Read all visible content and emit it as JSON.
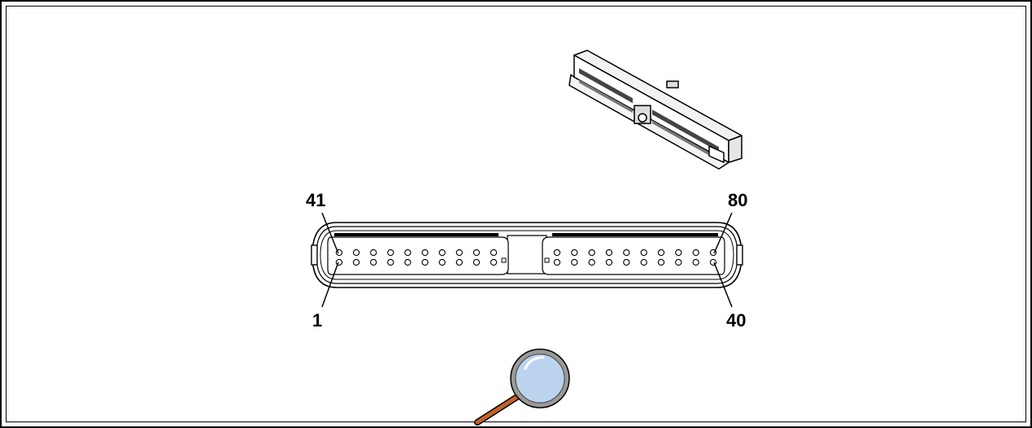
{
  "diagram": {
    "connector": {
      "pins_per_row": 20,
      "blocks_per_row": 2,
      "labels": {
        "top_left": "41",
        "top_right": "80",
        "bottom_left": "1",
        "bottom_right": "40"
      }
    },
    "icons": [
      "connector-3d-icon",
      "magnifier-icon"
    ],
    "colors": {
      "lens": "#bcd3ee",
      "handle": "#c0622a",
      "ink": "#000000"
    }
  }
}
